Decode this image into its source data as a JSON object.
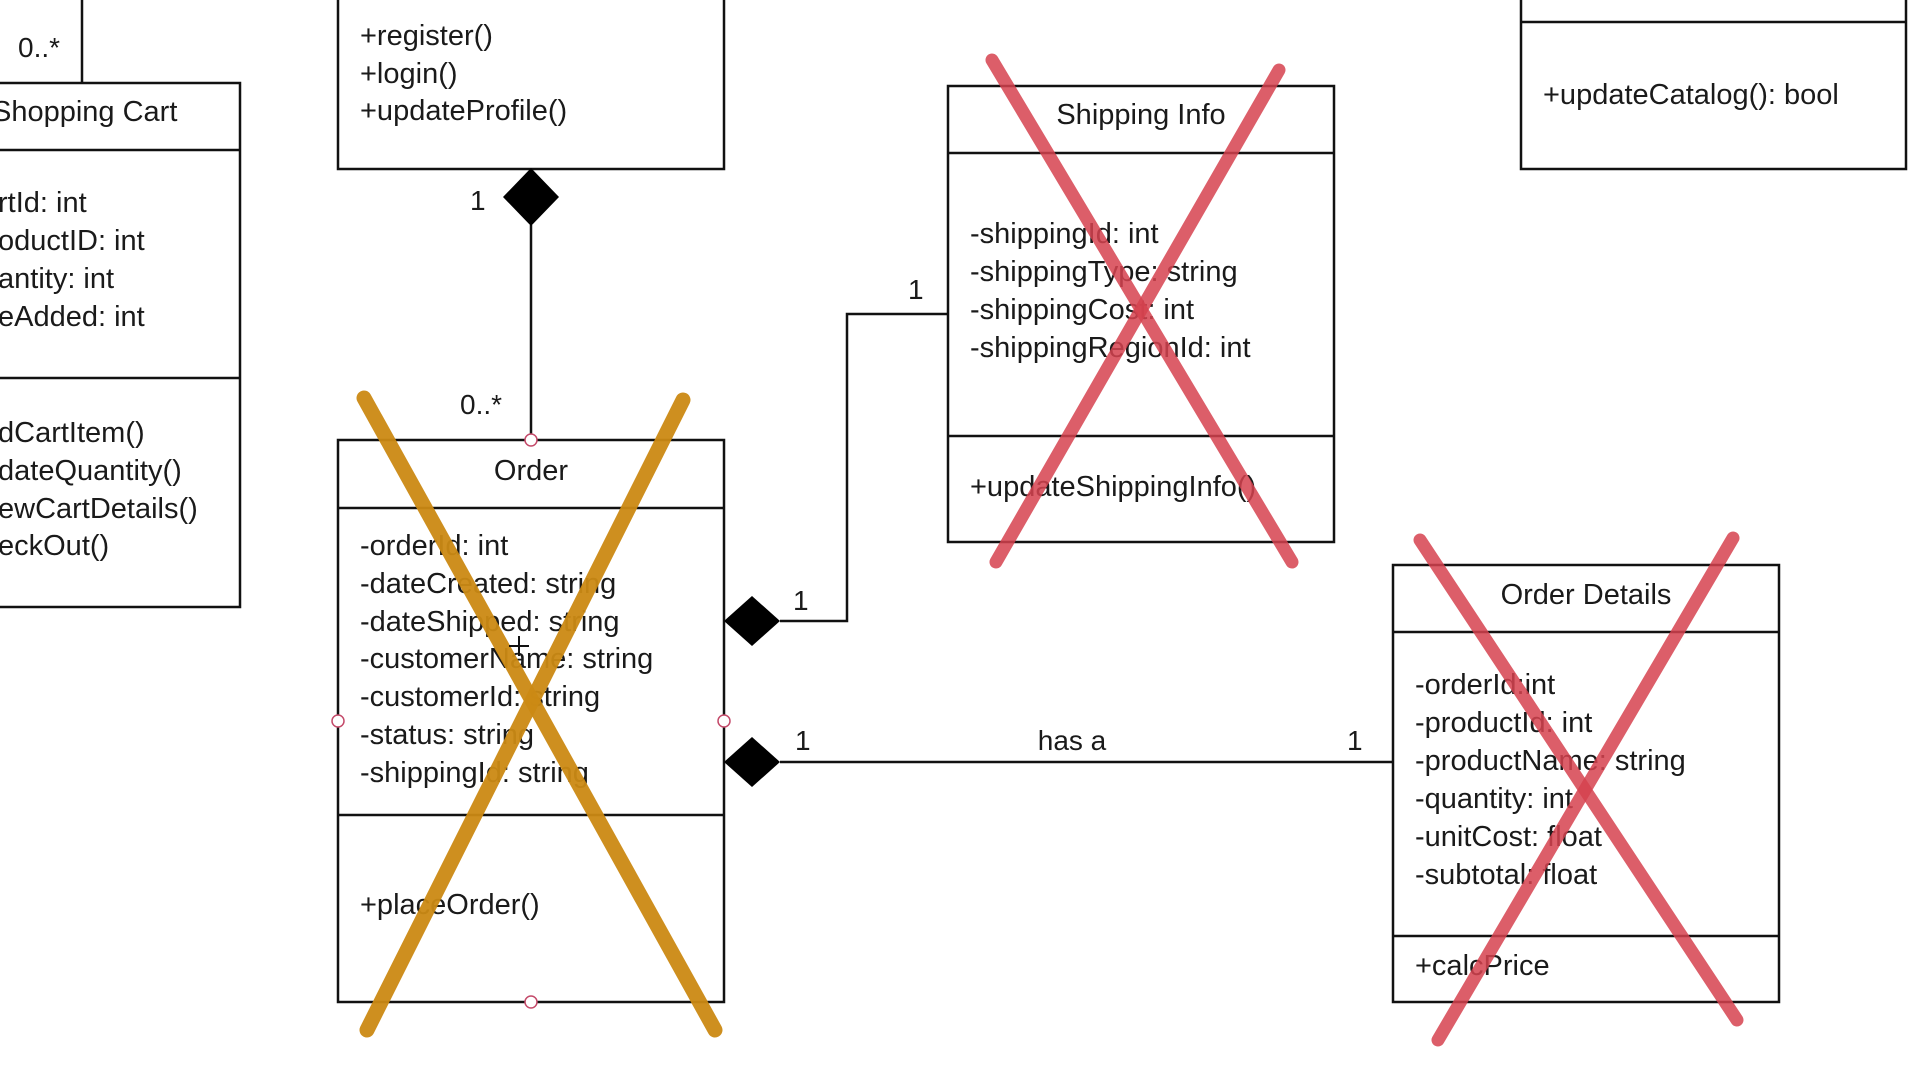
{
  "colors": {
    "line": "#111111",
    "cross_gold": "#cc8a14",
    "cross_red": "#d6424f",
    "selection_handle": "#c44a6a"
  },
  "user_class": {
    "methods": [
      "+register()",
      "+login()",
      "+updateProfile()"
    ]
  },
  "catalog_class": {
    "methods": [
      "+updateCatalog(): bool"
    ]
  },
  "shopping_cart": {
    "title": "Shopping Cart",
    "attributes": [
      "rtId: int",
      "oductID: int",
      "antity: int",
      "eAdded: int"
    ],
    "methods": [
      "dCartItem()",
      "dateQuantity()",
      "ewCartDetails()",
      "eckOut()"
    ]
  },
  "order": {
    "title": "Order",
    "attributes": [
      "-orderId: int",
      "-dateCreated: string",
      "-dateShipped: string",
      "-customerName: string",
      "-customerId: string",
      "-status: string",
      "-shippingId: string"
    ],
    "methods": [
      "+placeOrder()"
    ]
  },
  "shipping_info": {
    "title": "Shipping Info",
    "attributes": [
      "-shippingId: int",
      "-shippingType: string",
      "-shippingCost: int",
      "-shippingRegionId: int"
    ],
    "methods": [
      "+updateShippingInfo()"
    ]
  },
  "order_details": {
    "title": "Order Details",
    "attributes": [
      "-orderId:int",
      "-productId: int",
      "-productName: string",
      "-quantity: int",
      "-unitCost: float",
      "-subtotal: float"
    ],
    "methods": [
      "+calcPrice"
    ]
  },
  "relations": {
    "cart_mult": "0..*",
    "user_order_top": "1",
    "user_order_bottom": "0..*",
    "order_shipping_order_end": "1",
    "order_shipping_shipping_end": "1",
    "order_details_order_end": "1",
    "order_details_label": "has a",
    "order_details_details_end": "1"
  }
}
